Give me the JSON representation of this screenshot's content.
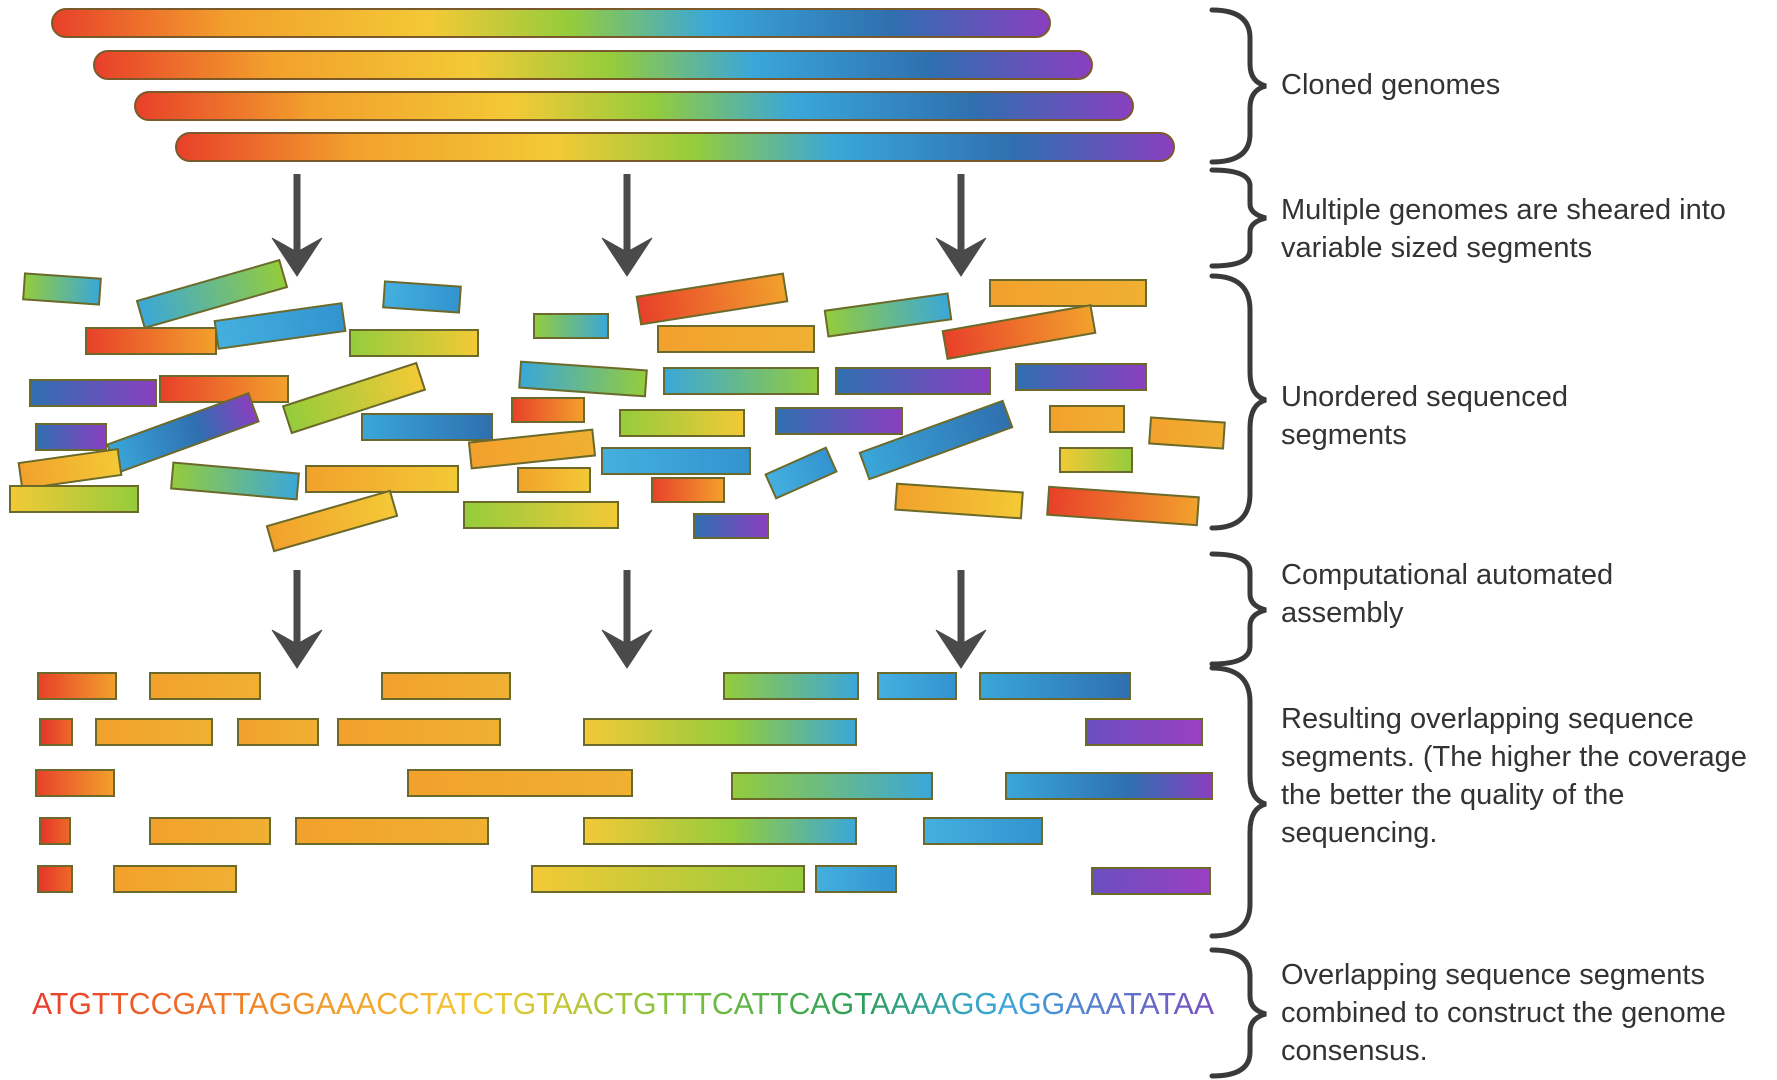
{
  "labels": {
    "cloned": "Cloned genomes",
    "sheared": "Multiple genomes are sheared into variable sized segments",
    "unordered": "Unordered sequenced segments",
    "assembly": "Computational automated assembly",
    "overlapping": "Resulting overlapping sequence segments. (The higher the coverage the better the quality of the sequencing.",
    "consensus": "Overlapping sequence segments combined to construct the genome consensus."
  },
  "consensus_sequence": "ATGTTCCGATTAGGAAACCTATCTGTAACTGTTTCATTCAGTAAAAGGAGGAAATATAA",
  "colors": {
    "red": "#e8402a",
    "orange": "#f2a12c",
    "yellow": "#f3c936",
    "green": "#94cc3c",
    "cyan": "#3aa7d9",
    "blue": "#2f6fb0",
    "purple": "#8a3fc0",
    "arrow": "#4a4a4a",
    "bracket": "#3a3a3a"
  },
  "icons": [
    "down-arrow-icon",
    "curly-brace-icon"
  ]
}
